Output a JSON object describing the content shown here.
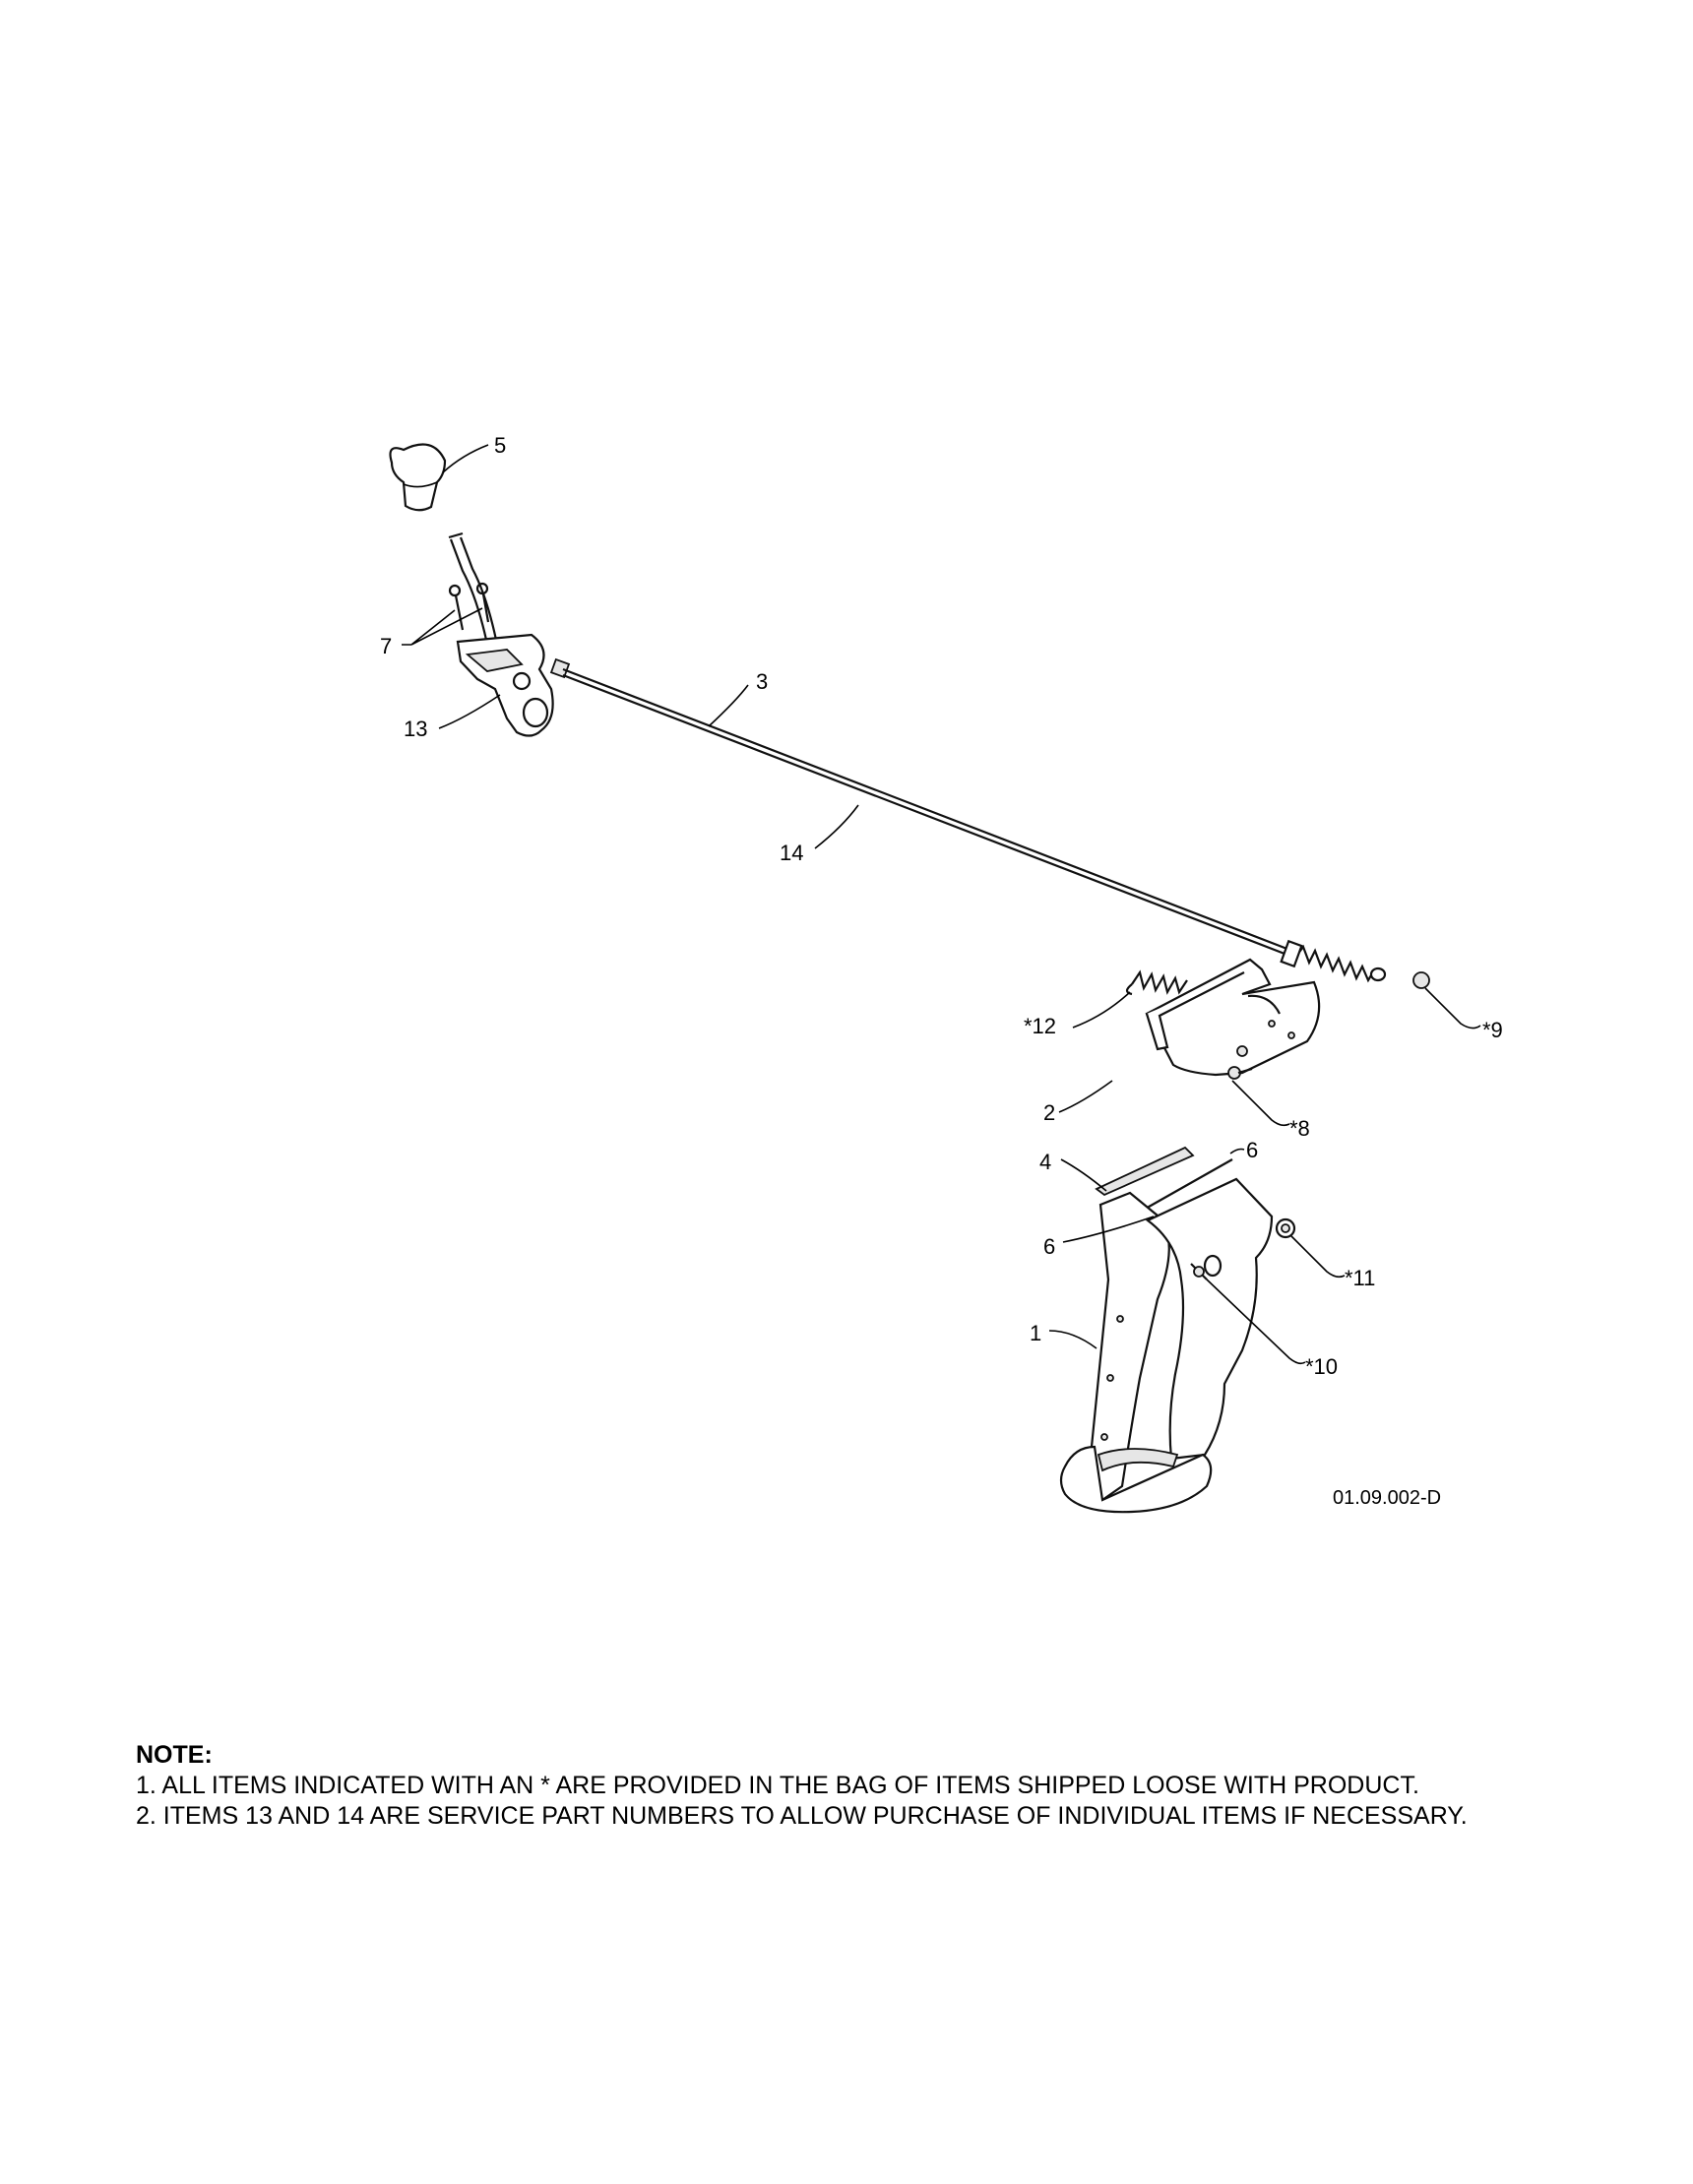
{
  "diagram": {
    "figure_code": "01.09.002-D",
    "callouts": {
      "c1": "1",
      "c2": "2",
      "c3": "3",
      "c4": "4",
      "c5": "5",
      "c6a": "6",
      "c6b": "6",
      "c7": "7",
      "c8": "*8",
      "c9": "*9",
      "c10": "*10",
      "c11": "*11",
      "c12": "*12",
      "c13": "13",
      "c14": "14"
    }
  },
  "notes": {
    "heading": "NOTE:",
    "items": [
      "1. ALL ITEMS INDICATED WITH AN * ARE PROVIDED IN THE BAG OF ITEMS SHIPPED LOOSE WITH PRODUCT.",
      "2. ITEMS 13 AND 14 ARE SERVICE PART NUMBERS TO ALLOW PURCHASE OF INDIVIDUAL ITEMS IF NECESSARY."
    ]
  }
}
